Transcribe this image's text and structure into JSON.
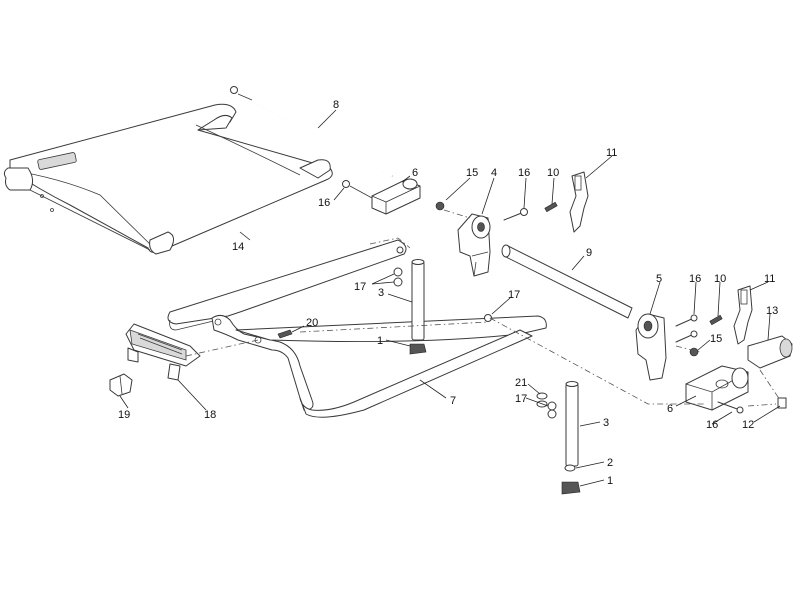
{
  "callouts": {
    "c1": "8",
    "c2": "6",
    "c3": "15",
    "c4": "4",
    "c5": "16",
    "c6": "10",
    "c7": "11",
    "c8": "16",
    "c9": "14",
    "c10": "9",
    "c11": "17",
    "c12": "3",
    "c13": "17",
    "c14": "16",
    "c15": "10",
    "c16": "11",
    "c17": "5",
    "c18": "13",
    "c19": "20",
    "c20": "1",
    "c21": "15",
    "c22": "7",
    "c23": "21",
    "c24": "17",
    "c25": "3",
    "c26": "6",
    "c27": "16",
    "c28": "12",
    "c29": "2",
    "c30": "1",
    "c31": "19",
    "c32": "18"
  },
  "colors": {
    "line": "#3a3a3a",
    "fill": "#ffffff",
    "shade": "#d9d9d9"
  }
}
